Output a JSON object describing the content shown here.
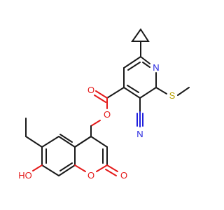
{
  "diagram": {
    "type": "chemical-structure",
    "atoms": {
      "pyridine_n": {
        "label": "N",
        "color": "#1f1fdd"
      },
      "sulfur": {
        "label": "S",
        "color": "#b8a100"
      },
      "nitrile_n": {
        "label": "N",
        "color": "#1f1fdd"
      },
      "ester_carbonyl_o": {
        "label": "O",
        "color": "#e41a1a"
      },
      "ester_o": {
        "label": "O",
        "color": "#e41a1a"
      },
      "lactone_ring_o": {
        "label": "O",
        "color": "#e41a1a"
      },
      "lactone_carbonyl_o": {
        "label": "O",
        "color": "#e41a1a"
      },
      "hydroxyl": {
        "label": "HO",
        "color": "#e41a1a"
      }
    }
  }
}
